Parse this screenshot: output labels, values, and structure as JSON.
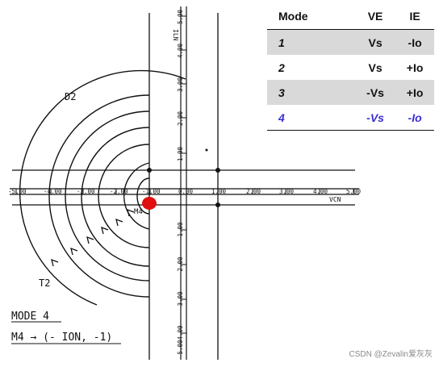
{
  "diagram": {
    "labels": {
      "d2": "D2",
      "t2": "T2",
      "m4": "M4",
      "vcn": "VCN",
      "iln": "ILN"
    },
    "annotation": {
      "line1": "MODE 4",
      "line2": "M4 → (- ION, -1)"
    },
    "x_ticks": [
      "-5.00",
      "-4.00",
      "-3.00",
      "-2.00",
      "-1.00",
      "0.00",
      "1.00",
      "2.00",
      "3.00",
      "4.00",
      "5.00"
    ],
    "y_ticks": [
      "5.00",
      "4.00",
      "3.00",
      "2.00",
      "1.00",
      "-1.00",
      "-2.00",
      "-3.00",
      "-4.00",
      "-5.00"
    ],
    "operating_point_color": "#e01010"
  },
  "table": {
    "headers": [
      "Mode",
      "VE",
      "IE"
    ],
    "rows": [
      {
        "mode": "1",
        "ve": "Vs",
        "ie": "-Io"
      },
      {
        "mode": "2",
        "ve": "Vs",
        "ie": "+Io"
      },
      {
        "mode": "3",
        "ve": "-Vs",
        "ie": "+Io"
      },
      {
        "mode": "4",
        "ve": "-Vs",
        "ie": "-Io"
      }
    ],
    "highlight_color": "#3a2fd6",
    "shade_color": "#d9d9d9"
  },
  "watermark": "CSDN @Zevalin爱灰灰"
}
